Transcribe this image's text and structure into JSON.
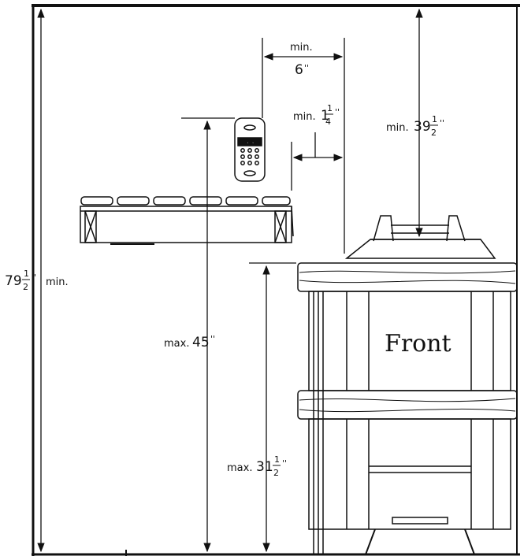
{
  "diagram": {
    "labels": {
      "min_6": {
        "prefix": "min.",
        "value": "6",
        "unit": "''"
      },
      "min_1_1_4": {
        "prefix": "min.",
        "whole": "1",
        "num": "1",
        "den": "4",
        "unit": "''"
      },
      "min_39_1_2": {
        "prefix": "min.",
        "whole": "39",
        "num": "1",
        "den": "2",
        "unit": "''"
      },
      "ceiling_79_1_2": {
        "whole": "79",
        "num": "1",
        "den": "2",
        "unit": "''",
        "suffix": "min."
      },
      "max_45": {
        "prefix": "max.",
        "value": "45",
        "unit": "''"
      },
      "max_31_1_2": {
        "prefix": "max.",
        "whole": "31",
        "num": "1",
        "den": "2",
        "unit": "''"
      },
      "front": "Front"
    },
    "colors": {
      "line": "#111111",
      "background": "#ffffff"
    }
  }
}
